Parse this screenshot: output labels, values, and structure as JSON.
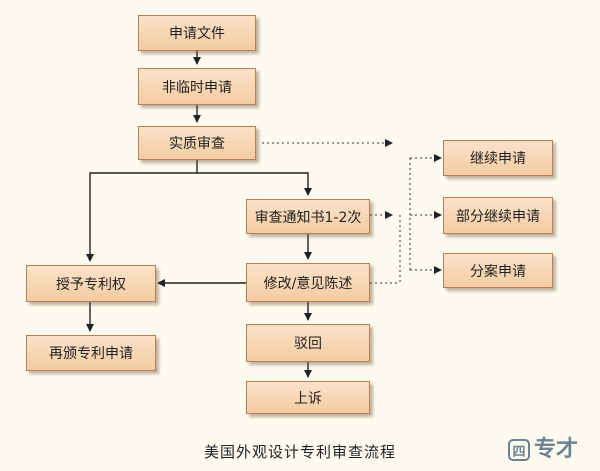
{
  "nodes": {
    "apply_file": "申请文件",
    "non_provisional": "非临时申请",
    "substantive_exam": "实质审查",
    "office_action": "审查通知书1-2次",
    "amend_response": "修改/意见陈述",
    "grant_patent": "授予专利权",
    "reissue": "再颁专利申请",
    "rejection": "驳回",
    "appeal": "上诉",
    "continuation": "继续申请",
    "cip": "部分继续申请",
    "divisional": "分案申请"
  },
  "caption": "美国外观设计专利审查流程",
  "logo": {
    "mark": "四",
    "text": "专才"
  }
}
